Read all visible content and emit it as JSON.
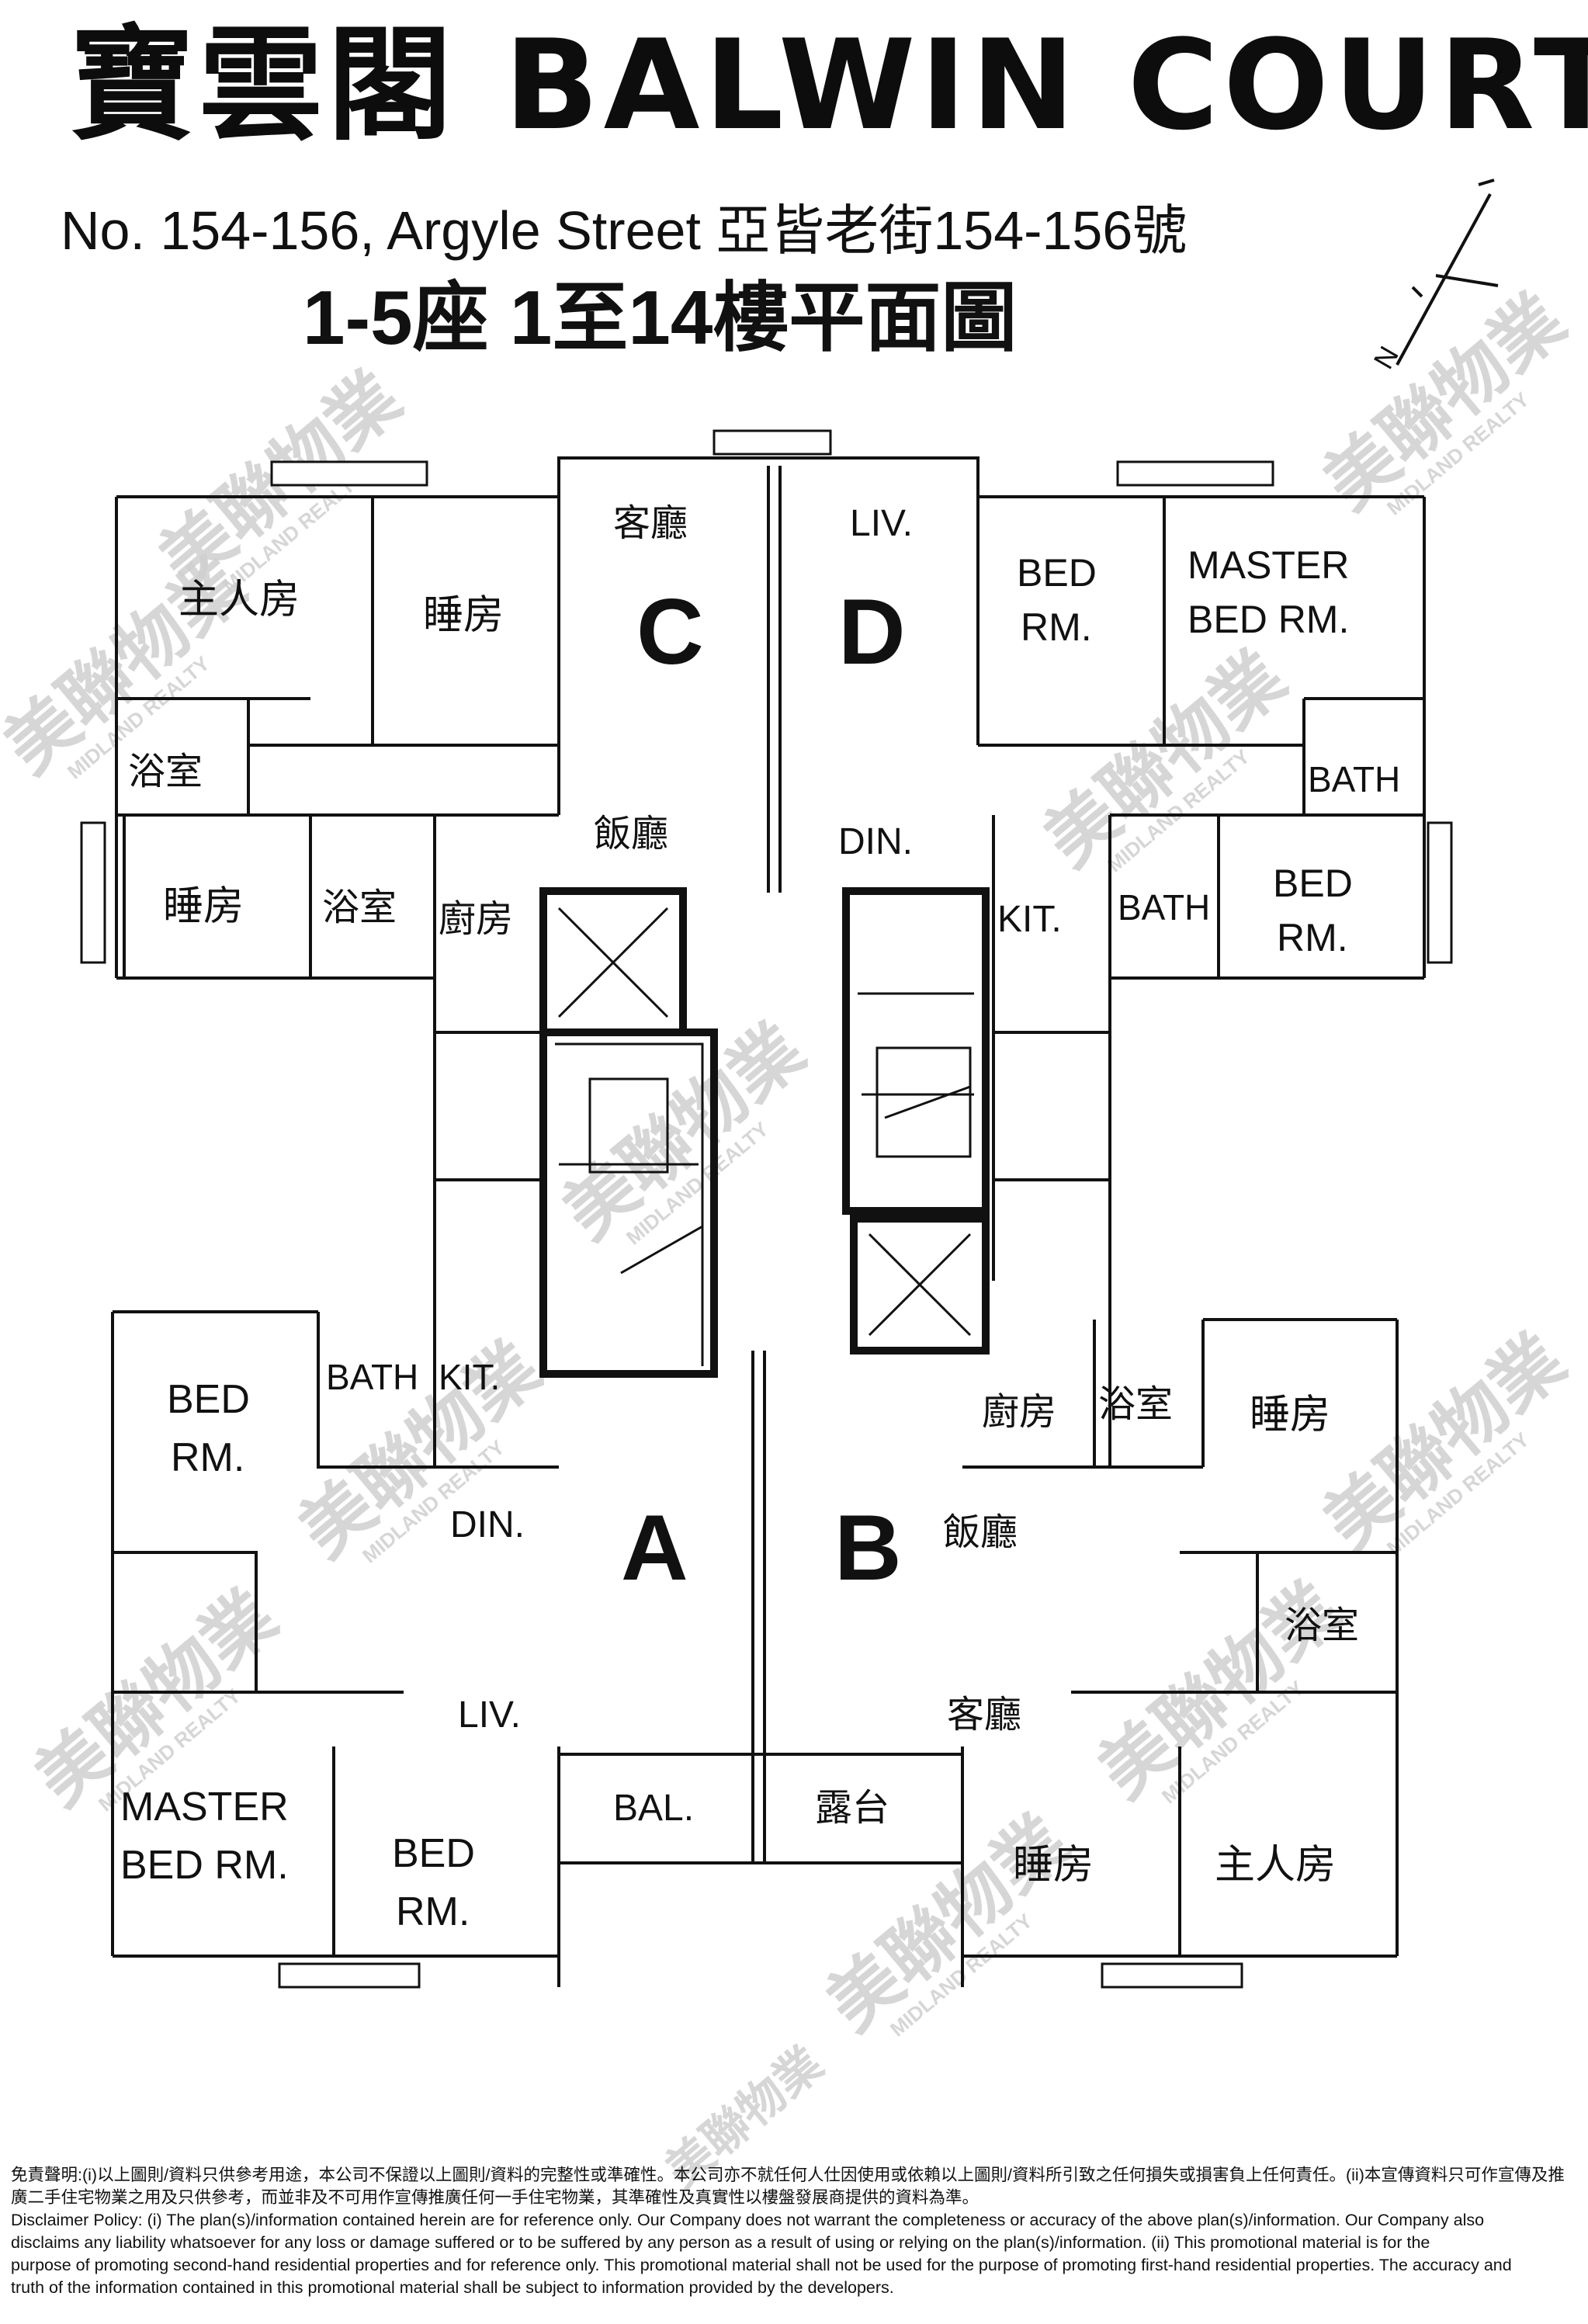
{
  "header": {
    "title": "寶雲閣 BALWIN COURT",
    "address": "No. 154-156, Argyle Street 亞皆老街154-156號",
    "subtitle": "1-5座 1至14樓平面圖"
  },
  "compass": {
    "north_label": "N"
  },
  "units": {
    "a": {
      "letter": "A",
      "rooms": {
        "bed": "BED RM.",
        "bath": "BATH",
        "kit": "KIT.",
        "din": "DIN.",
        "liv": "LIV.",
        "master": "MASTER BED RM.",
        "bed2": "BED RM.",
        "bal": "BAL."
      }
    },
    "b": {
      "letter": "B",
      "rooms": {
        "kit": "廚房",
        "bath": "浴室",
        "bed": "睡房",
        "din": "飯廳",
        "bath2": "浴室",
        "liv": "客廳",
        "bal": "露台",
        "bed2": "睡房",
        "master": "主人房"
      }
    },
    "c": {
      "letter": "C",
      "rooms": {
        "liv": "客廳",
        "master": "主人房",
        "bed": "睡房",
        "bath": "浴室",
        "bed2": "睡房",
        "bath2": "浴室",
        "kit": "廚房",
        "din": "飯廳"
      }
    },
    "d": {
      "letter": "D",
      "rooms": {
        "liv": "LIV.",
        "bed": "BED RM.",
        "master": "MASTER BED RM.",
        "bath": "BATH",
        "din": "DIN.",
        "kit": "KIT.",
        "bath2": "BATH",
        "bed2": "BED RM."
      }
    }
  },
  "watermark": {
    "zh": "美聯物業",
    "en": "MIDLAND REALTY"
  },
  "disclaimer": {
    "zh_1": "免責聲明:(i)以上圖則/資料只供參考用途，本公司不保證以上圖則/資料的完整性或準確性。本公司亦不就任何人仕因使用或依賴以上圖則/資料所引致之任何損失或損害負上任何責任。(ii)本宣傳資料只可作宣傳及推",
    "zh_2": "廣二手住宅物業之用及只供參考，而並非及不可用作宣傳推廣任何一手住宅物業，其準確性及真實性以樓盤發展商提供的資料為準。",
    "en_1": "Disclaimer Policy: (i) The plan(s)/information contained herein are for reference only. Our Company does not warrant the completeness or accuracy of the above plan(s)/information. Our Company also",
    "en_2": "disclaims any liability whatsoever for any loss or damage suffered or to be suffered by any person as a result of using or relying on the plan(s)/information. (ii) This promotional material is for the",
    "en_3": "purpose of promoting second-hand residential properties and for reference only. This promotional material shall not be used for the purpose of promoting first-hand residential properties. The accuracy and",
    "en_4": "truth of the information contained in this promotional material shall be subject to information provided by the developers."
  }
}
